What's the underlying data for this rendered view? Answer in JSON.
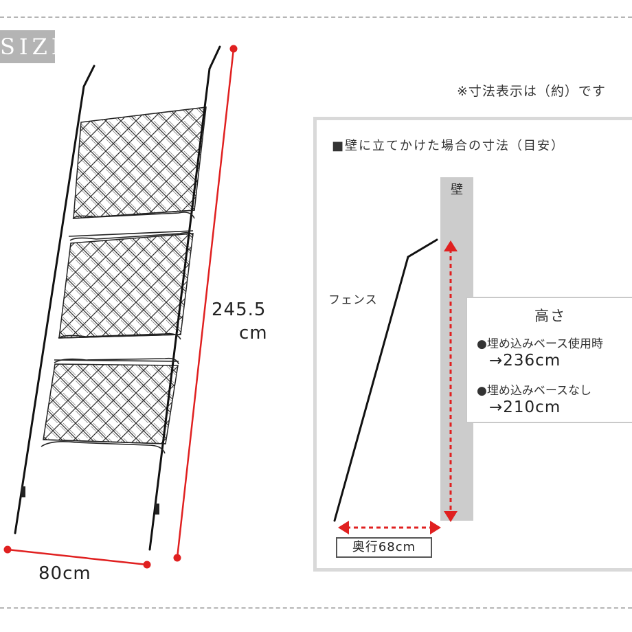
{
  "header": {
    "badge_text": "SIZE"
  },
  "left_figure": {
    "height_value": "245.5",
    "height_unit": "cm",
    "width_label": "80cm"
  },
  "note": "※寸法表示は（約）です",
  "panel": {
    "title": "■壁に立てかけた場合の寸法（目安）",
    "wall_label": "壁",
    "fence_label": "フェンス",
    "height_box": {
      "title": "高さ",
      "items": [
        {
          "label": "●埋め込みベース使用時",
          "value": "→236cm"
        },
        {
          "label": "●埋め込みベースなし",
          "value": "→210cm"
        }
      ]
    },
    "depth_label": "奥行68cm"
  },
  "colors": {
    "accent_red": "#e02020",
    "wall_gray": "#cccccc",
    "badge_gray": "#b4b4b4",
    "dash_gray": "#b5b5b5"
  }
}
